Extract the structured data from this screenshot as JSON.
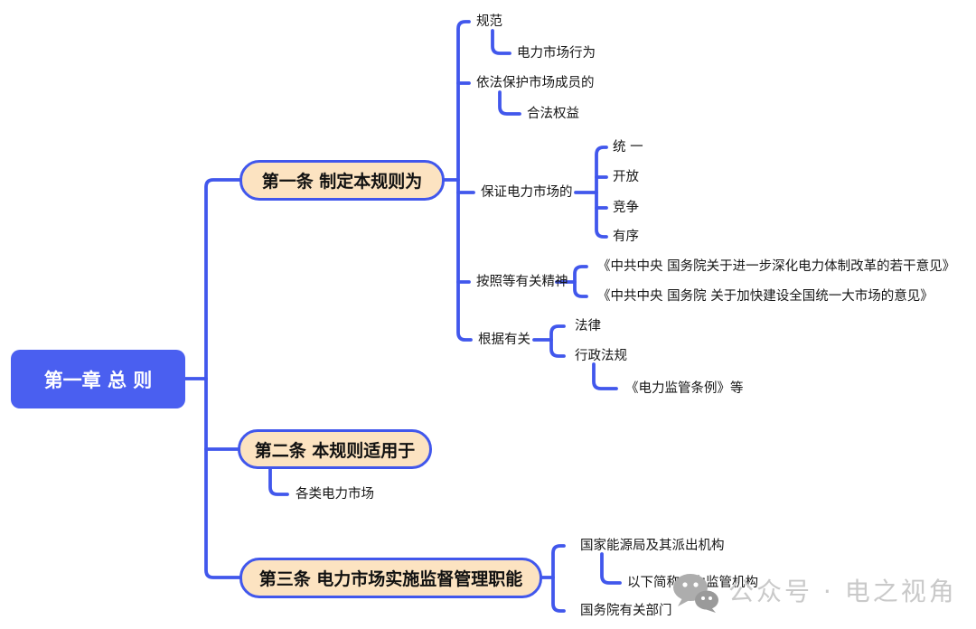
{
  "tree": {
    "label": "第一章 总 则",
    "children": [
      {
        "label": "第一条 制定本规则为",
        "children": [
          {
            "label": "规范",
            "children": [
              {
                "label": "电力市场行为"
              }
            ]
          },
          {
            "label": "依法保护市场成员的",
            "children": [
              {
                "label": "合法权益"
              }
            ]
          },
          {
            "label": "保证电力市场的",
            "children": [
              {
                "label": "统 一"
              },
              {
                "label": "开放"
              },
              {
                "label": "竞争"
              },
              {
                "label": "有序"
              }
            ]
          },
          {
            "label": "按照等有关精神",
            "children": [
              {
                "label": "《中共中央  国务院关于进一步深化电力体制改革的若干意见》"
              },
              {
                "label": "《中共中央  国务院 关于加快建设全国统一大市场的意见》"
              }
            ]
          },
          {
            "label": "根据有关",
            "children": [
              {
                "label": "法律"
              },
              {
                "label": "行政法规",
                "children": [
                  {
                    "label": "《电力监管条例》等"
                  }
                ]
              }
            ]
          }
        ]
      },
      {
        "label": "第二条 本规则适用于",
        "children": [
          {
            "label": "各类电力市场"
          }
        ]
      },
      {
        "label": "第三条 电力市场实施监督管理职能",
        "children": [
          {
            "label": "国家能源局及其派出机构",
            "children": [
              {
                "label": "以下简称电力监管机构"
              }
            ]
          },
          {
            "label": "国务院有关部门"
          }
        ]
      }
    ]
  },
  "watermark": {
    "icon": "wechat-icon",
    "text": "公众号 · 电之视角"
  },
  "colors": {
    "connector_blue": "#4157ec",
    "root_fill": "#4a5ff0",
    "root_text": "#ffffff",
    "branch_fill": "#fce3c1",
    "branch_border": "#4157ec",
    "leaf_text": "#161616",
    "watermark_gray": "#c9c9c9"
  }
}
